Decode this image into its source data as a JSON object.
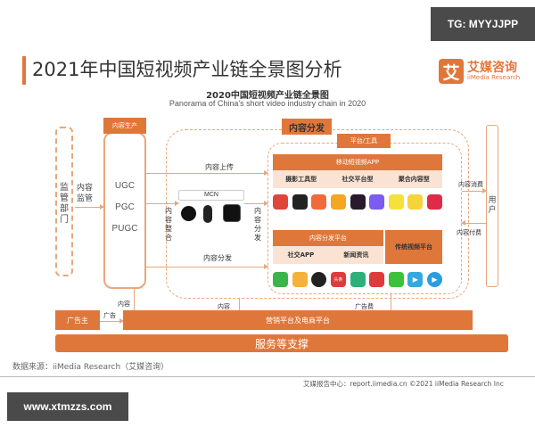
{
  "watermarks": {
    "top": "TG: MYYJJPP",
    "bottom": "www.xtmzzs.com"
  },
  "header": {
    "title": "2021年中国短视频产业链全景图分析",
    "logo_glyph": "艾",
    "logo_cn": "艾媒咨询",
    "logo_en": "iiMedia Research"
  },
  "figure": {
    "title_cn": "2020中国短视频产业链全景图",
    "title_en": "Panorama of China's short video industry chain in 2020"
  },
  "regulator": {
    "label": "监管部门",
    "arrow_label": "内容监管"
  },
  "production": {
    "header": "内容生产",
    "items": [
      "UGC",
      "PGC",
      "PUGC"
    ]
  },
  "distribution": {
    "header": "内容分发",
    "upload_label": "内容上传",
    "mcn_label": "MCN",
    "integrate_label": "内容整合",
    "mcn_distribute_label": "内容分发",
    "direct_distribute_label": "内容分发",
    "platform_header": "平台/工具",
    "mobile_app": {
      "header": "移动短视频APP",
      "categories": [
        "摄影工具型",
        "社交平台型",
        "聚合内容型"
      ],
      "icon_colors": [
        "#e0453a",
        "#222222",
        "#f06a3a",
        "#f5a623",
        "#2a1a2e",
        "#7b5cf0",
        "#f5e13a",
        "#f5d33a",
        "#e02a4a"
      ]
    },
    "content_platform": {
      "header": "内容分发平台",
      "categories": [
        "社交APP",
        "新闻资讯"
      ],
      "traditional": "传统视频平台",
      "icons": [
        {
          "name": "wechat",
          "color": "#3bb54a",
          "glyph": ""
        },
        {
          "name": "weibo",
          "color": "#f5b23a",
          "glyph": ""
        },
        {
          "name": "qq",
          "color": "#222222",
          "glyph": ""
        },
        {
          "name": "toutiao",
          "color": "#e03a3a",
          "glyph": "头条"
        },
        {
          "name": "news-green",
          "color": "#2bb07a",
          "glyph": ""
        },
        {
          "name": "news-red",
          "color": "#e03a3a",
          "glyph": ""
        },
        {
          "name": "iqiyi",
          "color": "#3bc23a",
          "glyph": ""
        },
        {
          "name": "tencent-video",
          "color": "#35a8e0",
          "glyph": "▶"
        },
        {
          "name": "youku",
          "color": "#2a9de0",
          "glyph": "▶"
        }
      ]
    }
  },
  "user": {
    "label": "用户",
    "consume_label": "内容消费",
    "pay_label": "内容付费"
  },
  "bottom": {
    "content_label_1": "内容",
    "content_label_2": "内容",
    "ad_fee_label": "广告费",
    "advertiser": "广告主",
    "ad_label": "广告",
    "marketing": "营销平台及电商平台",
    "services": "服务等支撑"
  },
  "footer": {
    "source": "数据来源：iiMedia Research（艾媒咨询）",
    "copyright": "艾媒报告中心：report.iimedia.cn  ©2021  iiMedia Research Inc"
  },
  "colors": {
    "accent": "#e0773a",
    "light": "#fbe3d3",
    "line": "#e8a77a"
  }
}
